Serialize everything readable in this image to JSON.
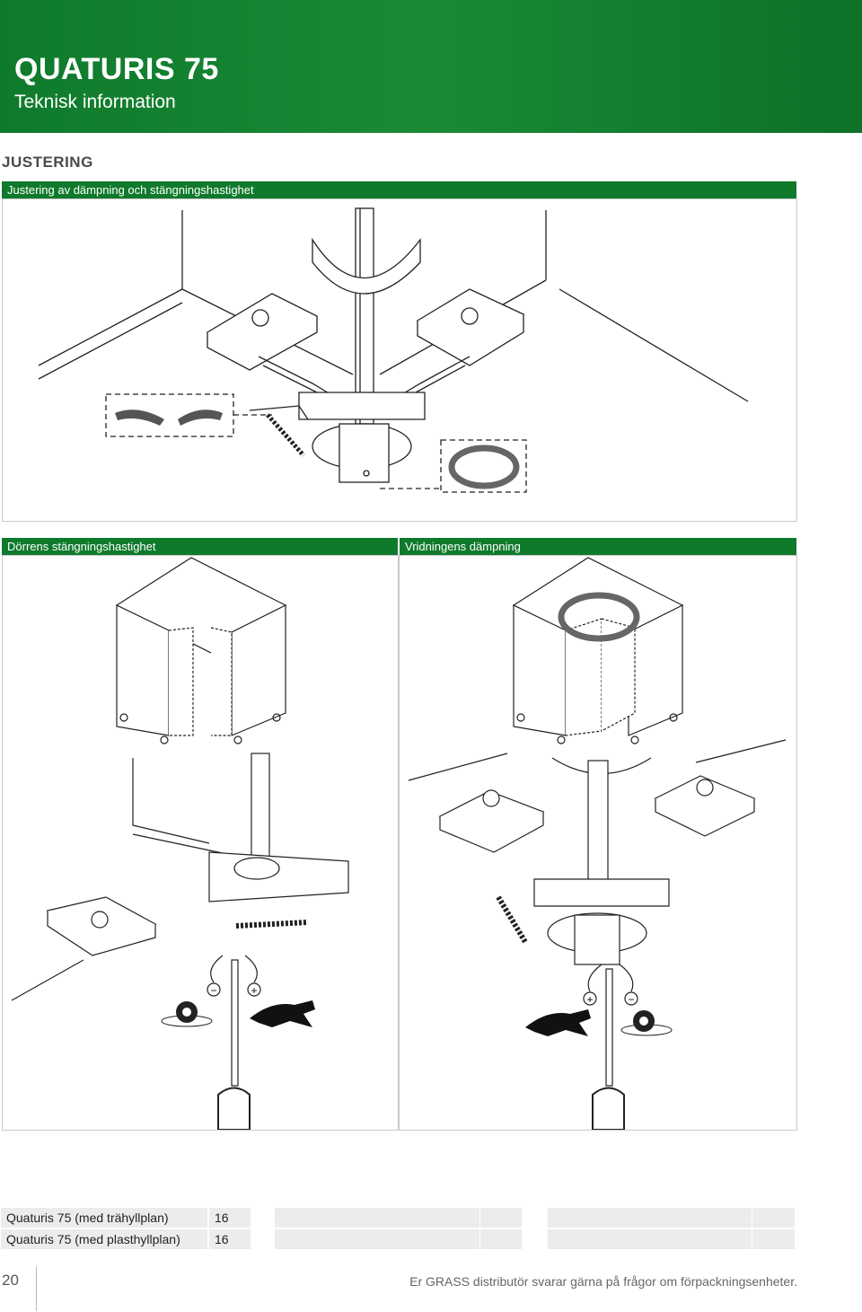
{
  "header": {
    "title": "QUATURIS 75",
    "subtitle": "Teknisk information"
  },
  "section": {
    "title": "JUSTERING"
  },
  "panels": {
    "top": {
      "label": "Justering av dämpning och stängningshastighet"
    },
    "left": {
      "label": "Dörrens stängningshastighet"
    },
    "right": {
      "label": "Vridningens dämpning"
    }
  },
  "symbols": {
    "minus": "−",
    "plus": "+"
  },
  "table": {
    "rows": [
      {
        "name": "Quaturis 75 (med trähyllplan)",
        "value": "16"
      },
      {
        "name": "Quaturis 75 (med plasthyllplan)",
        "value": "16"
      }
    ]
  },
  "footer": {
    "page_number": "20",
    "note": "Er GRASS distributör svarar gärna på frågor om förpackningsenheter."
  },
  "colors": {
    "brand_green": "#0f7a2c",
    "table_bg": "#ececec"
  },
  "icons": [
    "rotation-arrow-icon",
    "swing-arrow-icon",
    "snail-icon",
    "hare-icon",
    "screwdriver-icon"
  ]
}
